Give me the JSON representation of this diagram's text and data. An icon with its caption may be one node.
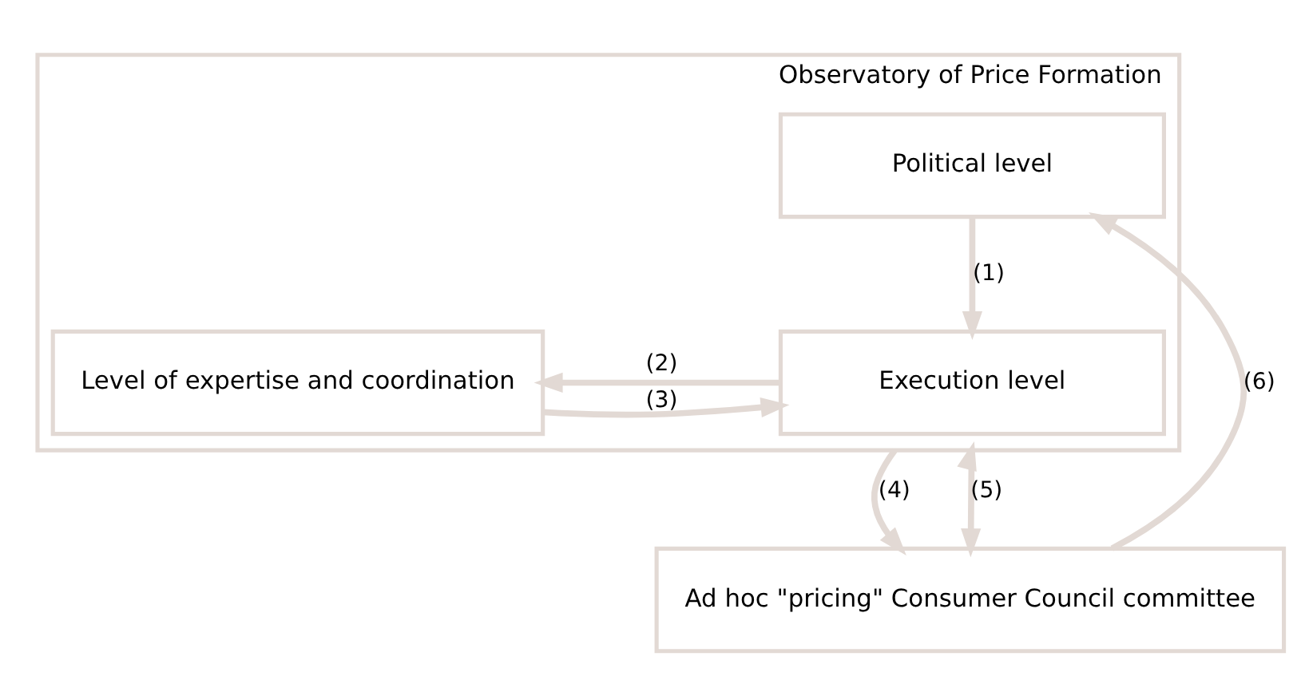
{
  "diagram": {
    "nodes": [
      {
        "text": [
          "Observatory of Price Formation"
        ]
      },
      {
        "text": [
          "Political level"
        ],
        "in": 0
      },
      {
        "text": [
          "Execution level"
        ],
        "in": 0
      },
      {
        "text": [
          "Level of expertise and coordination"
        ],
        "in": 0
      },
      {
        "text": [
          "Ad hoc \"pricing\" Consumer Council committee"
        ]
      }
    ],
    "edges": [
      {
        "from": 1,
        "to": 2,
        "arrow": "to",
        "label": "(1)"
      },
      {
        "from": 2,
        "to": 3,
        "arrow": "to",
        "label": "(2)"
      },
      {
        "from": 3,
        "to": 2,
        "arrow": "to",
        "label": "(3)"
      },
      {
        "from": 0,
        "to": 4,
        "arrow": "to",
        "label": "(4)"
      },
      {
        "from": 0,
        "to": 4,
        "arrow": "both",
        "label": "(5)"
      },
      {
        "from": 4,
        "to": 1,
        "arrow": "to",
        "label": "(6)"
      }
    ]
  }
}
